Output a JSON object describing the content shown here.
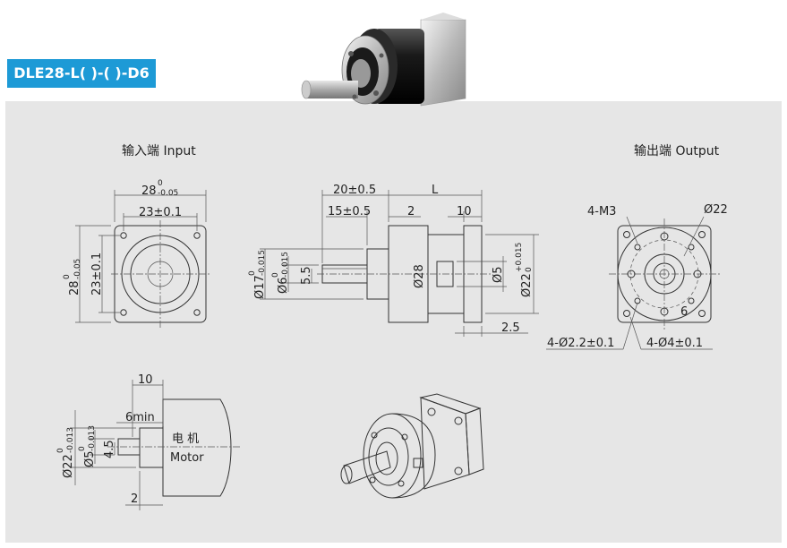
{
  "model_title": "DLE28-L( )-( )-D6",
  "colors": {
    "badge": "#1d9ad6",
    "panel": "#e6e6e6"
  },
  "views": {
    "input_label": "输入端 Input",
    "output_label": "输出端 Output"
  },
  "dims_input": {
    "width_top_main": "28",
    "width_top_sup": "0",
    "width_top_sub": "-0.05",
    "inner_width": "23±0.1",
    "height_left_main": "28",
    "height_left_sup": "0",
    "height_left_sub": "-0.05",
    "inner_height": "23±0.1"
  },
  "dims_side": {
    "d20": "20±0.5",
    "L": "L",
    "d15": "15±0.5",
    "d2": "2",
    "d10": "10",
    "d17_main": "Ø17",
    "d17_sup": "0",
    "d17_sub": "-0.015",
    "d6_main": "Ø6",
    "d6_sup": "0",
    "d6_sub": "-0.015",
    "d55": "5.5",
    "d28": "Ø28",
    "d5": "Ø5",
    "d22_main": "Ø22",
    "d22_sup": "+0.015",
    "d22_sub": "0",
    "d25": "2.5"
  },
  "dims_output": {
    "m3": "4-M3",
    "d22": "Ø22",
    "d6": "6",
    "holes_a": "4-Ø2.2±0.1",
    "holes_b": "4-Ø4±0.1"
  },
  "dims_motor": {
    "d10": "10",
    "min6": "6min",
    "motor_cn": "电 机",
    "motor_en": "Motor",
    "d22_main": "Ø22",
    "d22_sup": "0",
    "d22_sub": "-0.013",
    "d5_main": "Ø5",
    "d5_sup": "0",
    "d5_sub": "-0.013",
    "d45": "4.5",
    "d2": "2"
  }
}
